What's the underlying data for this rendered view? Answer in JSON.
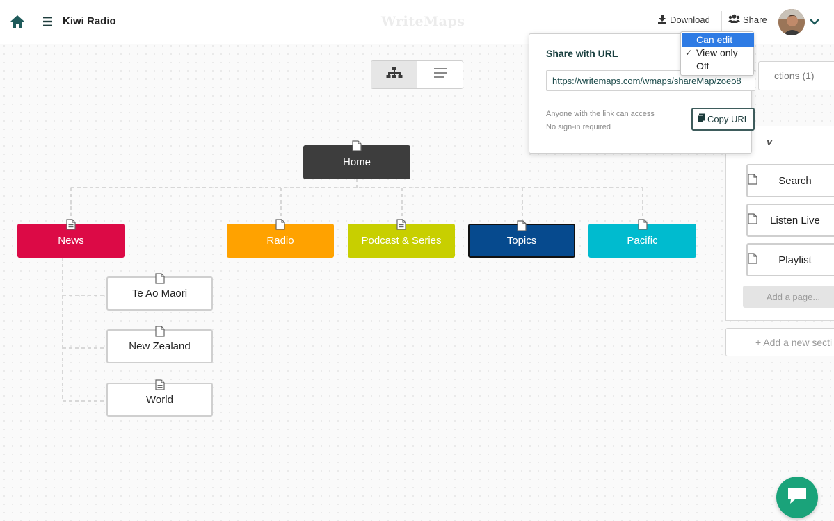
{
  "header": {
    "project_title": "Kiwi Radio",
    "brand": "WriteMaps",
    "download_label": "Download",
    "share_label": "Share",
    "home_icon": "home-icon",
    "menu_icon": "hamburger-icon"
  },
  "sitemap": {
    "root": "Home",
    "top_pages": [
      "News",
      "Radio",
      "Podcast & Series",
      "Topics",
      "Pacific"
    ],
    "news_children": [
      "Te Ao Māori",
      "New Zealand",
      "World"
    ],
    "colors": {
      "home": "#3d3d3d",
      "news": "#dc0a46",
      "radio": "#ffa200",
      "podcast": "#c8cf00",
      "topics": "#064a8e",
      "pacific": "#00bbcf"
    }
  },
  "side_panel": {
    "sections_button": "ctions (1)",
    "heading": "v",
    "items": [
      "Search",
      "Listen Live",
      "Playlist"
    ],
    "add_page": "Add a page...",
    "add_section": "+ Add a new secti"
  },
  "share_popup": {
    "title": "Share with URL",
    "url": "https://writemaps.com/wmaps/shareMap/zoeo8",
    "note_line1": "Anyone with the link can access",
    "note_line2": "No sign-in required",
    "copy_button": "Copy URL"
  },
  "permission_dropdown": {
    "options": [
      "Can edit",
      "View only",
      "Off"
    ],
    "highlighted": "Can edit",
    "checked": "View only",
    "check_mark": "✓"
  },
  "accent_color": "#1aa37a"
}
